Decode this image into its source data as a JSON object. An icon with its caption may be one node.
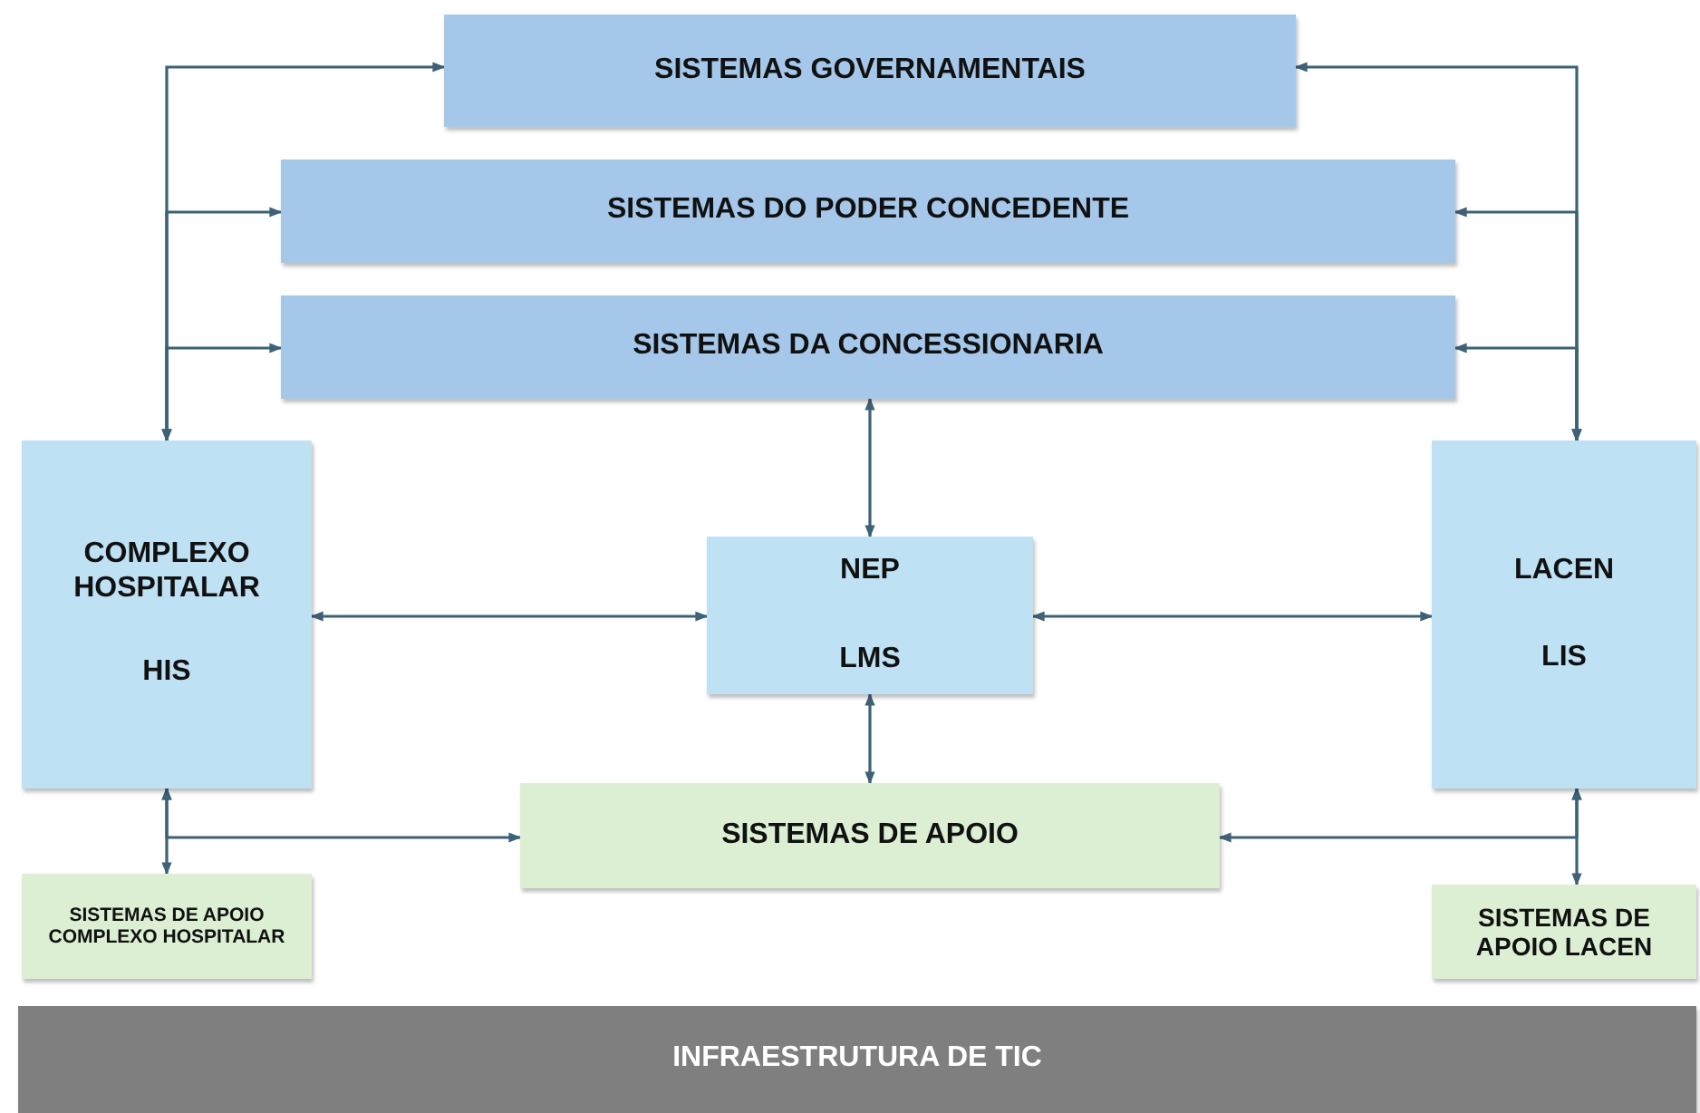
{
  "diagram": {
    "nodes": [
      {
        "text": [
          "SISTEMAS GOVERNAMENTAIS"
        ]
      },
      {
        "text": [
          "SISTEMAS DO PODER CONCEDENTE"
        ]
      },
      {
        "text": [
          "SISTEMAS DA CONCESSIONARIA"
        ]
      },
      {
        "text": [
          "COMPLEXO HOSPITALAR",
          "HIS"
        ]
      },
      {
        "text": [
          "NEP",
          "LMS"
        ]
      },
      {
        "text": [
          "LACEN",
          "LIS"
        ]
      },
      {
        "text": [
          "SISTEMAS DE APOIO"
        ]
      },
      {
        "text": [
          "SISTEMAS DE APOIO COMPLEXO HOSPITALAR"
        ]
      },
      {
        "text": [
          "SISTEMAS DE APOIO LACEN"
        ]
      },
      {
        "text": [
          "INFRAESTRUTURA DE TIC"
        ]
      }
    ],
    "edges": [
      {
        "from": 3,
        "to": 0,
        "arrow": "both"
      },
      {
        "from": 3,
        "to": 1,
        "arrow": "both"
      },
      {
        "from": 3,
        "to": 2,
        "arrow": "both"
      },
      {
        "from": 5,
        "to": 0,
        "arrow": "both"
      },
      {
        "from": 5,
        "to": 1,
        "arrow": "both"
      },
      {
        "from": 5,
        "to": 2,
        "arrow": "both"
      },
      {
        "from": 2,
        "to": 4,
        "arrow": "both"
      },
      {
        "from": 3,
        "to": 4,
        "arrow": "both"
      },
      {
        "from": 4,
        "to": 5,
        "arrow": "both"
      },
      {
        "from": 4,
        "to": 6,
        "arrow": "both"
      },
      {
        "from": 3,
        "to": 7,
        "arrow": "both"
      },
      {
        "from": 3,
        "to": 6,
        "arrow": "both"
      },
      {
        "from": 5,
        "to": 8,
        "arrow": "both"
      },
      {
        "from": 5,
        "to": 6,
        "arrow": "both"
      }
    ]
  }
}
